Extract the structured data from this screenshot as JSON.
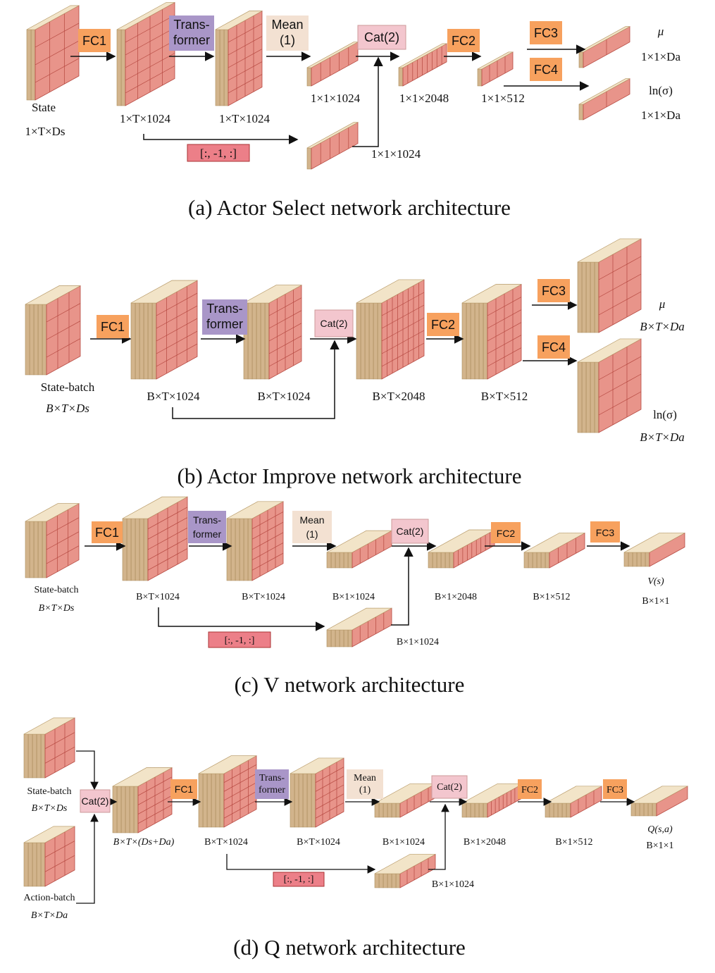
{
  "colors": {
    "fc": "#f7a15e",
    "transformer": "#a996c8",
    "mean": "#f3e1d2",
    "cat": "#f3c6ce",
    "slice": "#ec7f88",
    "tensor_face": "#e8948a",
    "tensor_side": "#d2b48c",
    "tensor_grid": "#b5473f"
  },
  "panel_a": {
    "caption": "(a)  Actor Select network architecture",
    "fc1": "FC1",
    "trans_1": "Trans-",
    "trans_2": "former",
    "mean_1": "Mean",
    "mean_2": "(1)",
    "cat": "Cat(2)",
    "fc2": "FC2",
    "fc3": "FC3",
    "fc4": "FC4",
    "slice": "[:, -1, :]",
    "state_label": "State",
    "state_shape": "1×T×Ds",
    "shape_fc1": "1×T×1024",
    "shape_trans": "1×T×1024",
    "shape_mean": "1×1×1024",
    "shape_cat": "1×1×2048",
    "shape_fc2": "1×1×512",
    "shape_slice": "1×1×1024",
    "mu": "μ",
    "mu_shape": "1×1×Da",
    "sigma": "ln(σ)",
    "sigma_shape": "1×1×Da"
  },
  "panel_b": {
    "caption": "(b)  Actor Improve network architecture",
    "fc1": "FC1",
    "trans_1": "Trans-",
    "trans_2": "former",
    "cat": "Cat(2)",
    "fc2": "FC2",
    "fc3": "FC3",
    "fc4": "FC4",
    "state_label": "State-batch",
    "state_shape": "B×T×Ds",
    "shape_fc1": "B×T×1024",
    "shape_trans": "B×T×1024",
    "shape_cat": "B×T×2048",
    "shape_fc2": "B×T×512",
    "mu": "μ",
    "mu_shape": "B×T×Da",
    "sigma": "ln(σ)",
    "sigma_shape": "B×T×Da"
  },
  "panel_c": {
    "caption": "(c)  V network architecture",
    "fc1": "FC1",
    "trans_1": "Trans-",
    "trans_2": "former",
    "mean_1": "Mean",
    "mean_2": "(1)",
    "cat": "Cat(2)",
    "fc2": "FC2",
    "fc3": "FC3",
    "slice": "[:, -1, :]",
    "state_label": "State-batch",
    "state_shape": "B×T×Ds",
    "shape_fc1": "B×T×1024",
    "shape_trans": "B×T×1024",
    "shape_mean": "B×1×1024",
    "shape_cat": "B×1×2048",
    "shape_fc2": "B×1×512",
    "shape_slice": "B×1×1024",
    "out": "V(s)",
    "out_shape": "B×1×1"
  },
  "panel_d": {
    "caption": "(d)  Q network architecture",
    "cat_in": "Cat(2)",
    "fc1": "FC1",
    "trans_1": "Trans-",
    "trans_2": "former",
    "mean_1": "Mean",
    "mean_2": "(1)",
    "cat": "Cat(2)",
    "fc2": "FC2",
    "fc3": "FC3",
    "slice": "[:, -1, :]",
    "state_label": "State-batch",
    "state_shape": "B×T×Ds",
    "action_label": "Action-batch",
    "action_shape": "B×T×Da",
    "shape_in": "B×T×(Ds+Da)",
    "shape_fc1": "B×T×1024",
    "shape_trans": "B×T×1024",
    "shape_mean": "B×1×1024",
    "shape_cat": "B×1×2048",
    "shape_fc2": "B×1×512",
    "shape_slice": "B×1×1024",
    "out": "Q(s,a)",
    "out_shape": "B×1×1"
  }
}
